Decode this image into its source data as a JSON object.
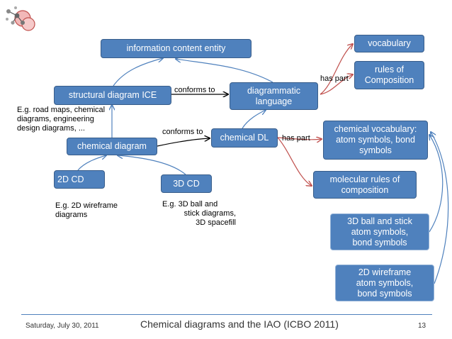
{
  "nodes": {
    "ice": "information  content entity",
    "structural": "structural diagram ICE",
    "diagrammatic": [
      "diagrammatic",
      "language"
    ],
    "chemical_diagram": "chemical diagram",
    "chemical_dl": "chemical DL",
    "cd2d": "2D CD",
    "cd3d": "3D CD",
    "vocabulary": "vocabulary",
    "rules": [
      "rules of",
      "Composition"
    ],
    "chem_vocab": [
      "chemical vocabulary:",
      "atom symbols, bond",
      "symbols"
    ],
    "mol_rules": [
      "molecular rules of",
      "composition"
    ],
    "ball_stick": [
      "3D ball and stick",
      "atom symbols,",
      "bond symbols"
    ],
    "wireframe": [
      "2D wireframe",
      "atom symbols,",
      "bond symbols"
    ]
  },
  "edge_labels": {
    "conforms_to_1": "conforms to",
    "conforms_to_2": "conforms to",
    "has_part_1": "has part",
    "has_part_2": "has part"
  },
  "notes": {
    "structural_examples": [
      "E.g. road maps, chemical",
      "diagrams, engineering",
      "design diagrams, ..."
    ],
    "cd2d_examples": [
      "E.g. 2D wireframe",
      "diagrams"
    ],
    "cd3d_examples": [
      "E.g.  3D ball and",
      "stick diagrams,",
      "3D spacefill"
    ]
  },
  "footer": {
    "date": "Saturday, July 30, 2011",
    "title": "Chemical diagrams and the IAO (ICBO 2011)",
    "page": "13"
  },
  "colors": {
    "box_fill": "#4f81bd",
    "box_border": "#385d8a",
    "is_a_arrow": "#4f81bd",
    "conforms_arrow": "#000000",
    "has_part_arrow": "#c0504d",
    "footer_line": "#4f81bd"
  },
  "logo": "molecule-logo"
}
